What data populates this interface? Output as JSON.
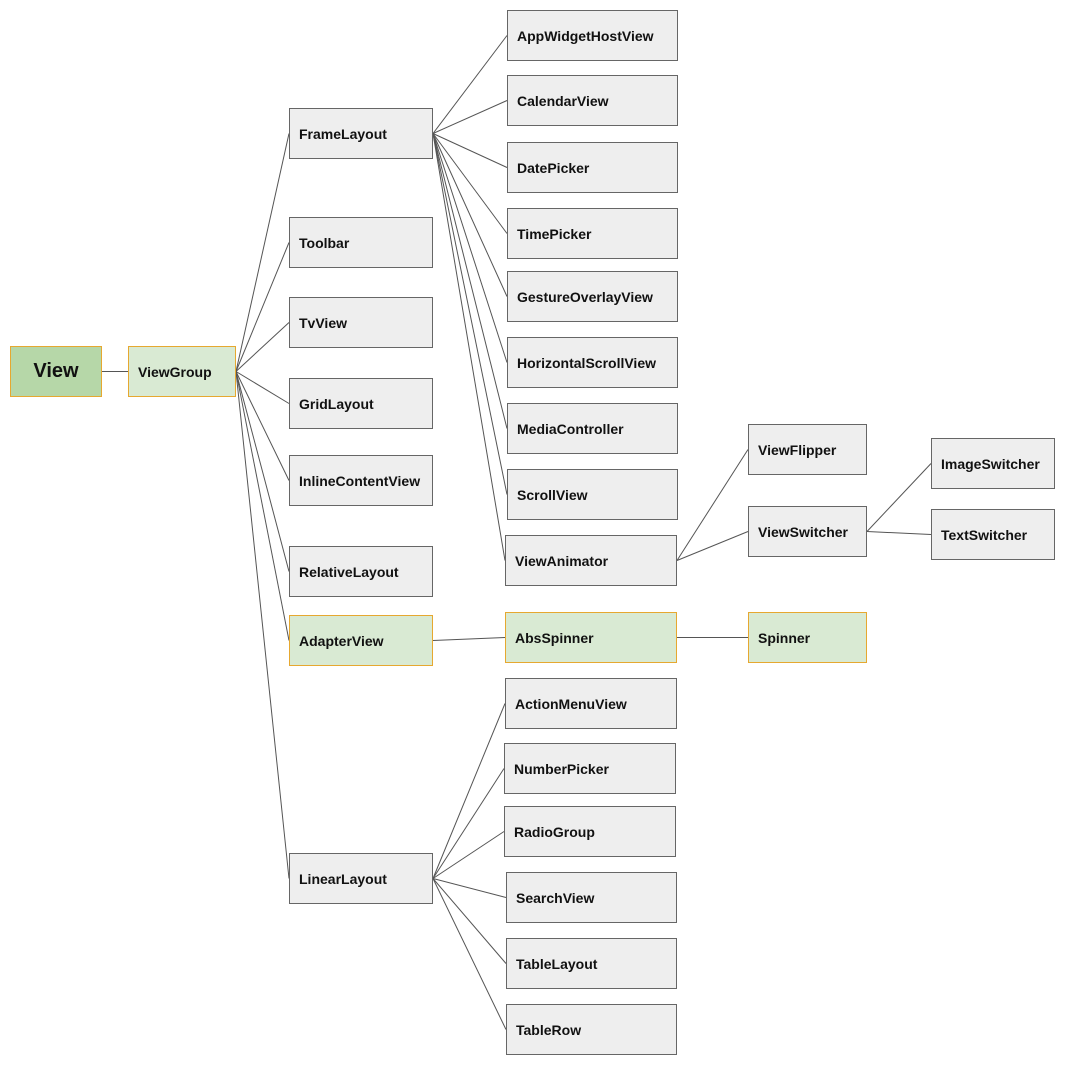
{
  "nodes": {
    "view": "View",
    "viewgroup": "ViewGroup",
    "framelayout": "FrameLayout",
    "toolbar": "Toolbar",
    "tvview": "TvView",
    "gridlayout": "GridLayout",
    "inlinecontentview": "InlineContentView",
    "relativelayout": "RelativeLayout",
    "adapterview": "AdapterView",
    "linearlayout": "LinearLayout",
    "appwidgethostview": "AppWidgetHostView",
    "calendarview": "CalendarView",
    "datepicker": "DatePicker",
    "timepicker": "TimePicker",
    "gestureoverlayview": "GestureOverlayView",
    "horizontalscrollview": "HorizontalScrollView",
    "mediacontroller": "MediaController",
    "scrollview": "ScrollView",
    "viewanimator": "ViewAnimator",
    "absspinner": "AbsSpinner",
    "actionmenuview": "ActionMenuView",
    "numberpicker": "NumberPicker",
    "radiogroup": "RadioGroup",
    "searchview": "SearchView",
    "tablelayout": "TableLayout",
    "tablerow": "TableRow",
    "viewflipper": "ViewFlipper",
    "viewswitcher": "ViewSwitcher",
    "spinner": "Spinner",
    "imageswitcher": "ImageSwitcher",
    "textswitcher": "TextSwitcher"
  },
  "edges": [
    [
      "view",
      "viewgroup"
    ],
    [
      "viewgroup",
      "framelayout"
    ],
    [
      "viewgroup",
      "toolbar"
    ],
    [
      "viewgroup",
      "tvview"
    ],
    [
      "viewgroup",
      "gridlayout"
    ],
    [
      "viewgroup",
      "inlinecontentview"
    ],
    [
      "viewgroup",
      "relativelayout"
    ],
    [
      "viewgroup",
      "adapterview"
    ],
    [
      "viewgroup",
      "linearlayout"
    ],
    [
      "framelayout",
      "appwidgethostview"
    ],
    [
      "framelayout",
      "calendarview"
    ],
    [
      "framelayout",
      "datepicker"
    ],
    [
      "framelayout",
      "timepicker"
    ],
    [
      "framelayout",
      "gestureoverlayview"
    ],
    [
      "framelayout",
      "horizontalscrollview"
    ],
    [
      "framelayout",
      "mediacontroller"
    ],
    [
      "framelayout",
      "scrollview"
    ],
    [
      "framelayout",
      "viewanimator"
    ],
    [
      "adapterview",
      "absspinner"
    ],
    [
      "absspinner",
      "spinner"
    ],
    [
      "linearlayout",
      "actionmenuview"
    ],
    [
      "linearlayout",
      "numberpicker"
    ],
    [
      "linearlayout",
      "radiogroup"
    ],
    [
      "linearlayout",
      "searchview"
    ],
    [
      "linearlayout",
      "tablelayout"
    ],
    [
      "linearlayout",
      "tablerow"
    ],
    [
      "viewanimator",
      "viewflipper"
    ],
    [
      "viewanimator",
      "viewswitcher"
    ],
    [
      "viewswitcher",
      "imageswitcher"
    ],
    [
      "viewswitcher",
      "textswitcher"
    ]
  ]
}
